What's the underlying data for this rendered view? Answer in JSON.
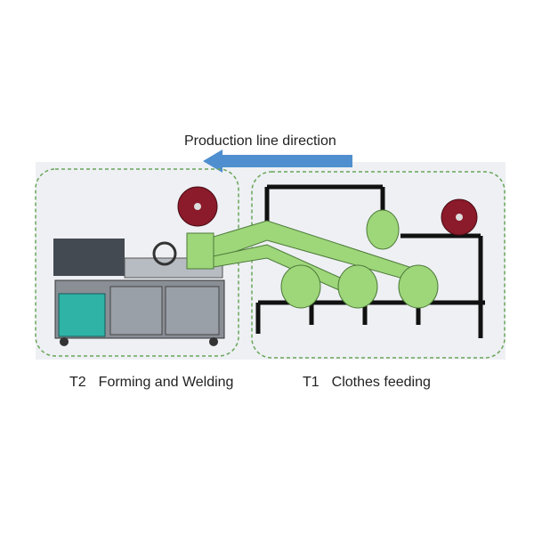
{
  "title": "Production line direction",
  "sections": [
    {
      "code": "T2",
      "label": "Forming and Welding"
    },
    {
      "code": "T1",
      "label": "Clothes feeding"
    }
  ],
  "colors": {
    "arrow": "#4f8fcf",
    "dashed_border": "#6aa55a",
    "roller": "#9ed67a",
    "spool": "#8b1a2a",
    "cabinet": "#2fb3a6",
    "background_panel": "#eef0f4"
  }
}
